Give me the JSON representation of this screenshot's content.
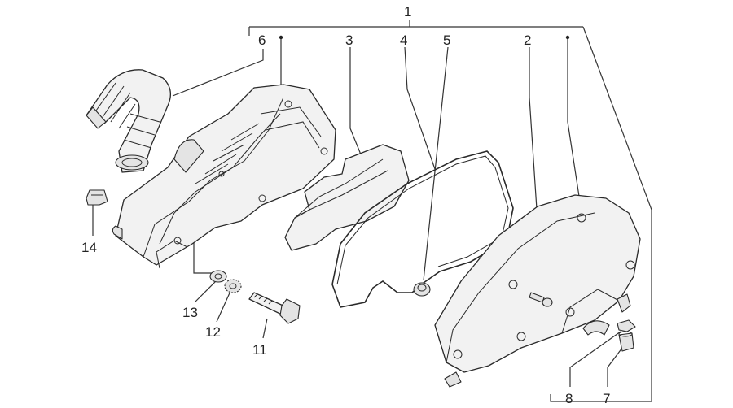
{
  "callouts": [
    {
      "id": "1",
      "text": "1"
    },
    {
      "id": "2",
      "text": "2"
    },
    {
      "id": "3",
      "text": "3"
    },
    {
      "id": "4",
      "text": "4"
    },
    {
      "id": "5",
      "text": "5"
    },
    {
      "id": "6",
      "text": "6"
    },
    {
      "id": "7",
      "text": "7"
    },
    {
      "id": "8",
      "text": "8"
    },
    {
      "id": "11",
      "text": "11"
    },
    {
      "id": "12",
      "text": "12"
    },
    {
      "id": "13",
      "text": "13"
    },
    {
      "id": "14",
      "text": "14"
    }
  ]
}
